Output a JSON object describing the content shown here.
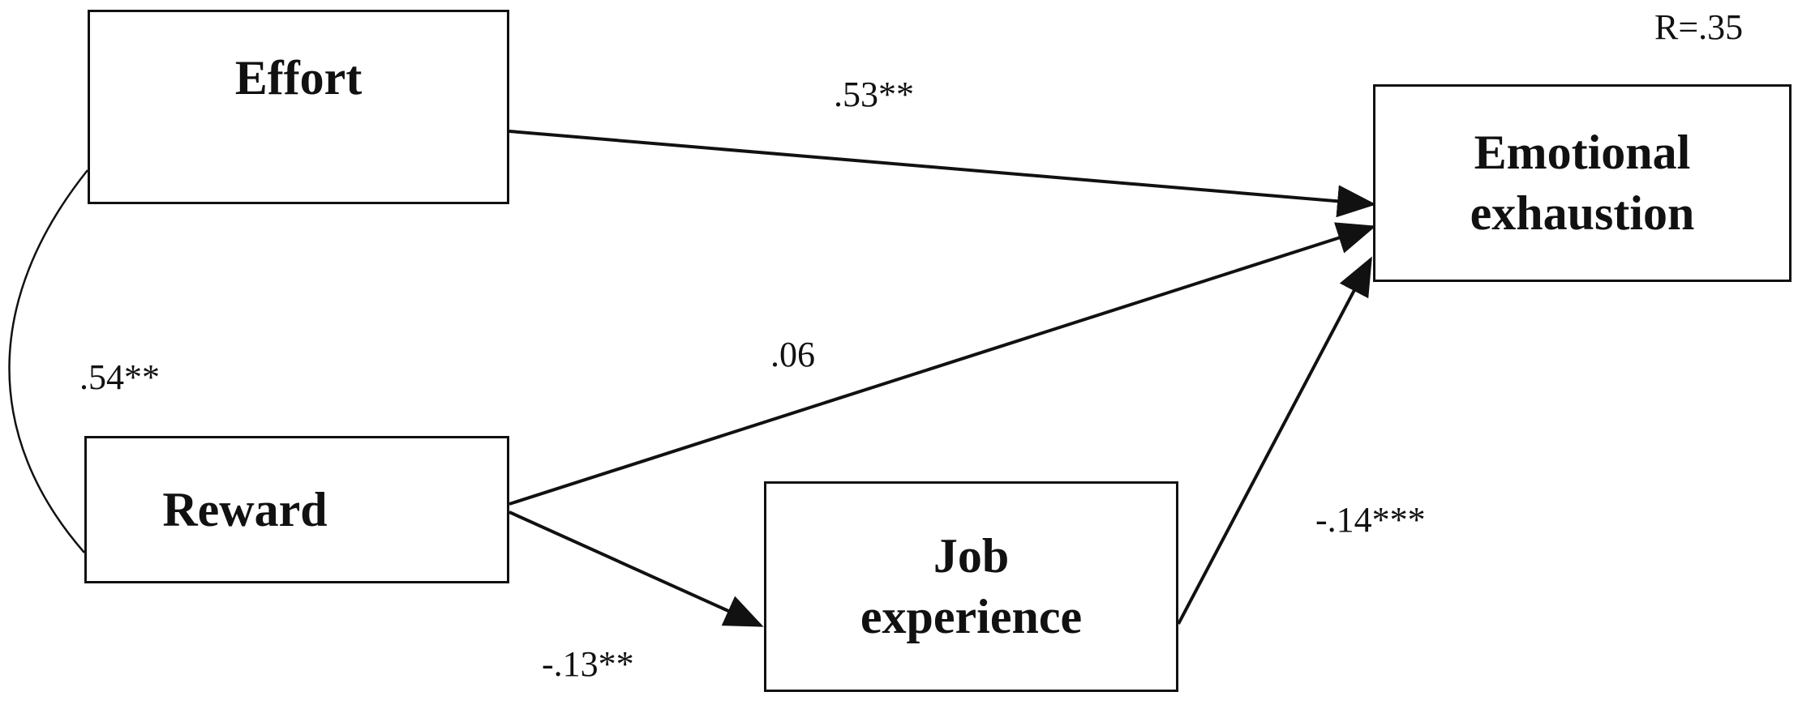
{
  "nodes": {
    "effort": {
      "label": "Effort"
    },
    "reward": {
      "label": "Reward"
    },
    "job_experience": {
      "line1": "Job",
      "line2": "experience"
    },
    "emotional_exhaustion": {
      "line1": "Emotional",
      "line2": "exhaustion"
    }
  },
  "paths": {
    "effort_to_exhaustion": ".53**",
    "reward_to_exhaustion": ".06",
    "reward_to_job_experience": "-.13**",
    "job_experience_to_exhaustion": "-.14***",
    "effort_reward_correlation": ".54**"
  },
  "fit": {
    "r_value": "R=.35"
  }
}
